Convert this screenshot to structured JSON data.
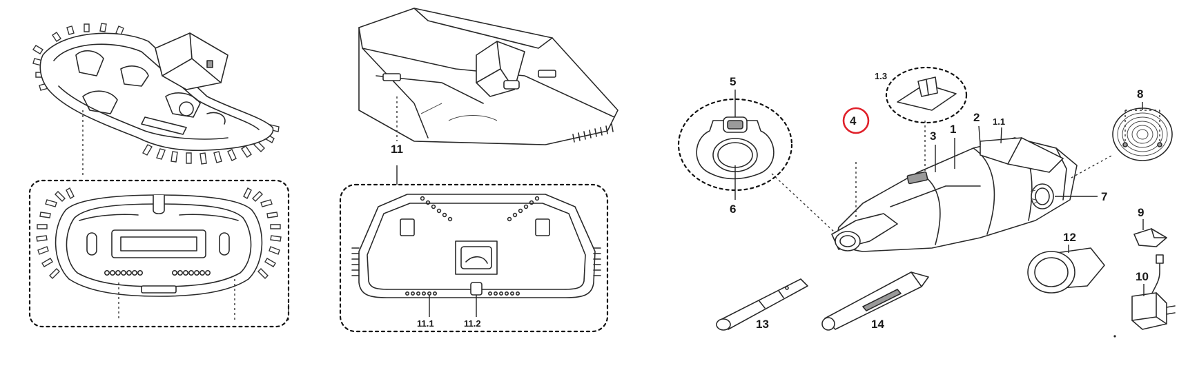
{
  "labels": {
    "part_1": "1",
    "part_1_1": "1.1",
    "part_1_3": "1.3",
    "part_2": "2",
    "part_3": "3",
    "part_4": "4",
    "part_5": "5",
    "part_6": "6",
    "part_7": "7",
    "part_8": "8",
    "part_9": "9",
    "part_10": "10",
    "part_11": "11",
    "part_11_1": "11.1",
    "part_11_2": "11.2",
    "part_12": "12",
    "part_13": "13",
    "part_14": "14"
  },
  "highlight": {
    "part": "4",
    "color": "#e0202a"
  }
}
